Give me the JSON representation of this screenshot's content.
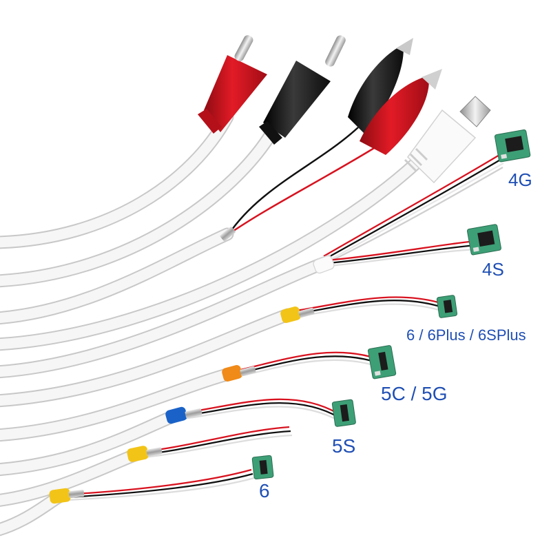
{
  "labels": {
    "l4g": "4G",
    "l4s": "4S",
    "l6plus": "6 / 6Plus / 6SPlus",
    "l5c5g": "5C / 5G",
    "l5s": "5S",
    "l6": "6"
  },
  "colors": {
    "cable": "#f4f4f4",
    "cable_edge": "#cfcfcf",
    "label": "#1f4fb4",
    "red": "#d8121f",
    "black": "#1a1a1a",
    "yellow": "#f2c417",
    "orange": "#f08a18",
    "blue": "#1a62c8",
    "pcb": "#3d9f76"
  },
  "cables": [
    {
      "name": "red-banana-plug-cable",
      "connector": "banana-plug",
      "color": "red"
    },
    {
      "name": "black-banana-plug-cable",
      "connector": "banana-plug",
      "color": "black"
    },
    {
      "name": "alligator-clip-cable",
      "connector": "alligator-clips",
      "colors": [
        "black",
        "red"
      ]
    },
    {
      "name": "micro-usb-cable",
      "connector": "micro-usb"
    },
    {
      "name": "cable-4g",
      "connector": "battery-board",
      "label": "4G",
      "sleeve": "none"
    },
    {
      "name": "cable-4s",
      "connector": "battery-board",
      "label": "4S",
      "sleeve": "white"
    },
    {
      "name": "cable-6plus",
      "connector": "battery-board",
      "label": "6 / 6Plus / 6SPlus",
      "sleeve": "yellow"
    },
    {
      "name": "cable-5c-5g",
      "connector": "battery-board",
      "label": "5C / 5G",
      "sleeve": "orange"
    },
    {
      "name": "cable-5s",
      "connector": "battery-board",
      "label": "5S",
      "sleeve": "blue"
    },
    {
      "name": "cable-6",
      "connector": "battery-board",
      "label": "6",
      "sleeve": "yellow"
    }
  ]
}
